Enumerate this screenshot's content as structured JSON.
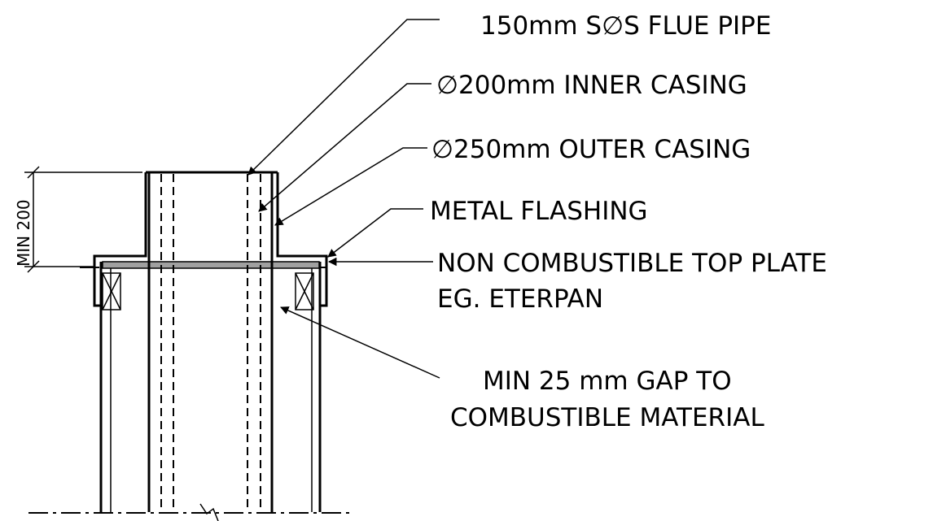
{
  "labels": {
    "flue_pipe": "150mm S∅S FLUE PIPE",
    "inner_casing": "∅200mm INNER CASING",
    "outer_casing": "∅250mm OUTER CASING",
    "metal_flashing": "METAL FLASHING",
    "top_plate_line1": "NON COMBUSTIBLE TOP PLATE",
    "top_plate_line2": "EG. ETERPAN",
    "gap_line1": "MIN 25 mm GAP TO",
    "gap_line2": "COMBUSTIBLE MATERIAL"
  },
  "dimension": {
    "text": "MIN 200"
  },
  "colors": {
    "ink": "#000000",
    "plate_fill": "#a0a0a0",
    "background": "#ffffff"
  }
}
